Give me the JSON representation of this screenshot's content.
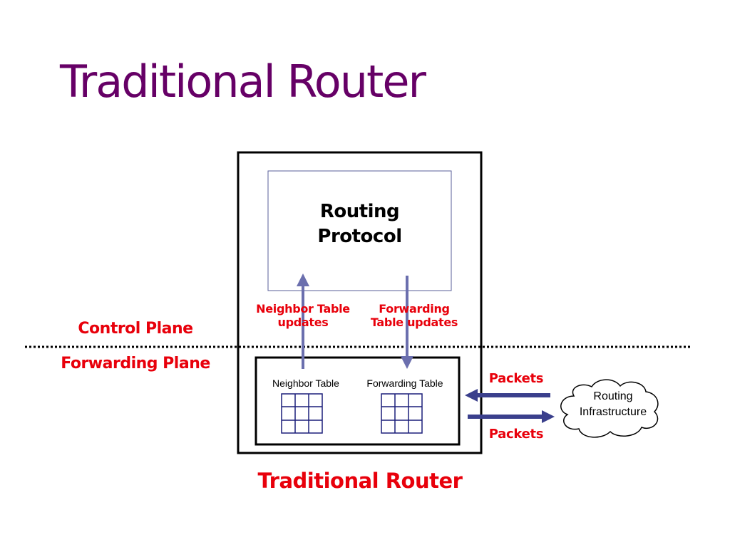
{
  "title": "Traditional Router",
  "routing_protocol": {
    "line1": "Routing",
    "line2": "Protocol"
  },
  "planes": {
    "control": "Control Plane",
    "forwarding": "Forwarding Plane"
  },
  "flows": {
    "neighbor_updates_line1": "Neighbor Table",
    "neighbor_updates_line2": "updates",
    "forwarding_updates_line1": "Forwarding",
    "forwarding_updates_line2": "Table updates"
  },
  "tables": {
    "neighbor": "Neighbor Table",
    "forwarding": "Forwarding Table"
  },
  "packets": {
    "inbound": "Packets",
    "outbound": "Packets"
  },
  "cloud": {
    "line1": "Routing",
    "line2": "Infrastructure"
  },
  "caption": "Traditional Router",
  "colors": {
    "title": "#660066",
    "label_red": "#e8000b",
    "arrow_blue": "#3a3f8c",
    "update_arrow": "#6b6fae",
    "grid": "#1b1f7a",
    "protocol_border": "#5a5f9a"
  }
}
